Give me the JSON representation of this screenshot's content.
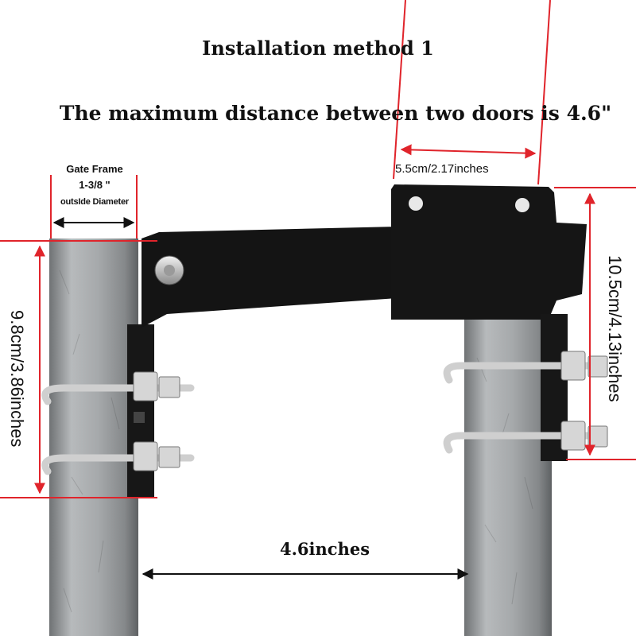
{
  "titles": {
    "method": "Installation method 1",
    "max_distance": "The maximum distance between two doors is 4.6\""
  },
  "labels": {
    "gate_frame": "Gate Frame",
    "frame_size": "1-3/8 \"",
    "frame_note": "outsIde Diameter",
    "top_width": "5.5cm/2.17inches",
    "left_height": "9.8cm/3.86inches",
    "right_height": "10.5cm/4.13inches",
    "gap": "4.6inches"
  },
  "colors": {
    "dimension_line": "#e0242b",
    "pole": "#9a9d9f",
    "bracket": "#161616",
    "hardware": "#d9d9d9"
  }
}
